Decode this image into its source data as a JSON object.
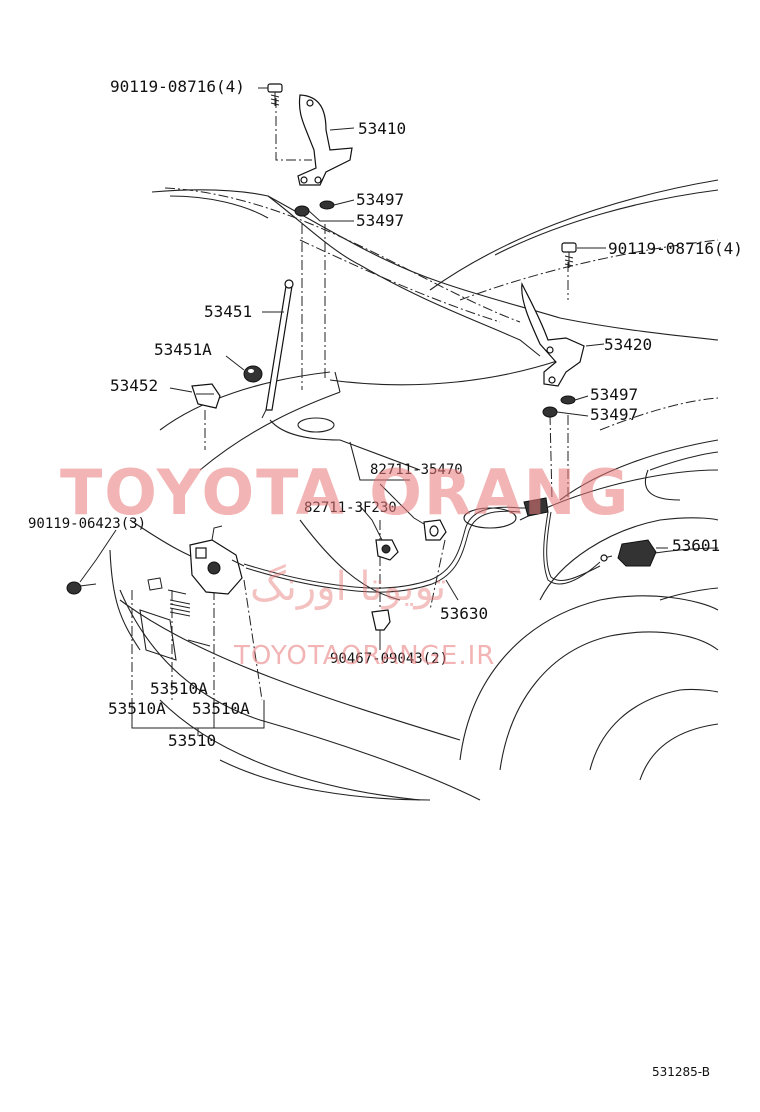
{
  "labels": {
    "bolt_upper_left": "90119-08716(4)",
    "hinge_left": "53410",
    "cushion_l1": "53497",
    "cushion_l2": "53497",
    "bolt_upper_right": "90119-08716(4)",
    "hood_rod": "53451",
    "rod_grommet": "53451A",
    "rod_holder": "53452",
    "hinge_right": "53420",
    "cushion_r1": "53497",
    "cushion_r2": "53497",
    "clamp_a": "82711-35470",
    "clamp_b": "82711-3F230",
    "bolt_lock": "90119-06423(3)",
    "release_lever": "53601",
    "release_cable": "53630",
    "clip": "90467-09043(2)",
    "lock_sub_a": "53510A",
    "lock_sub_b": "53510A",
    "lock_sub_c": "53510A",
    "lock_assy": "53510"
  },
  "watermark": {
    "main": "TOYOTA ORANG",
    "sub": "TOYOTAORANGE.IR",
    "arabic": "تویوتا اورنگ"
  },
  "ref_code": "531285-B"
}
